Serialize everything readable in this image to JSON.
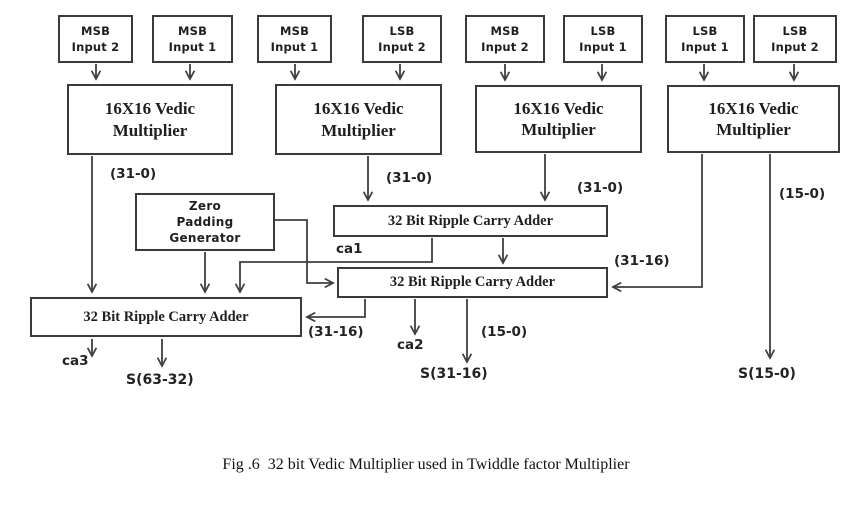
{
  "caption": {
    "text": "Fig .6  32 bit Vedic Multiplier used in Twiddle factor Multiplier"
  },
  "inputs": [
    {
      "label": "MSB\nInput 2"
    },
    {
      "label": "MSB\nInput 1"
    },
    {
      "label": "MSB\nInput 1"
    },
    {
      "label": "LSB\nInput 2"
    },
    {
      "label": "MSB\nInput 2"
    },
    {
      "label": "LSB\nInput 1"
    },
    {
      "label": "LSB\nInput 1"
    },
    {
      "label": "LSB\nInput 2"
    }
  ],
  "multipliers": [
    {
      "label": "16X16 Vedic\nMultiplier"
    },
    {
      "label": "16X16 Vedic\nMultiplier"
    },
    {
      "label": "16X16 Vedic\nMultiplier"
    },
    {
      "label": "16X16 Vedic\nMultiplier"
    }
  ],
  "blocks": {
    "zero_padding": {
      "label": "Zero\nPadding\nGenerator"
    },
    "adder1": {
      "label": "32 Bit Ripple Carry Adder"
    },
    "adder2": {
      "label": "32 Bit Ripple Carry Adder"
    },
    "adder3": {
      "label": "32 Bit Ripple Carry Adder"
    }
  },
  "wire_labels": {
    "m1_out": "(31-0)",
    "m2_out": "(31-0)",
    "m3_out": "(31-0)",
    "m4_low": "(15-0)",
    "m4_high": "(31-16)",
    "ca1": "ca1",
    "ca2": "ca2",
    "ca3": "ca3",
    "a2_to_a3": "(31-16)",
    "a2_sum_bits": "(15-0)",
    "sum_high": "S(63-32)",
    "sum_mid": "S(31-16)",
    "sum_low": "S(15-0)"
  },
  "colors": {
    "line": "#3f3f3f",
    "border": "#3a3a3a",
    "text": "#1f1f1f",
    "background": "#ffffff"
  }
}
